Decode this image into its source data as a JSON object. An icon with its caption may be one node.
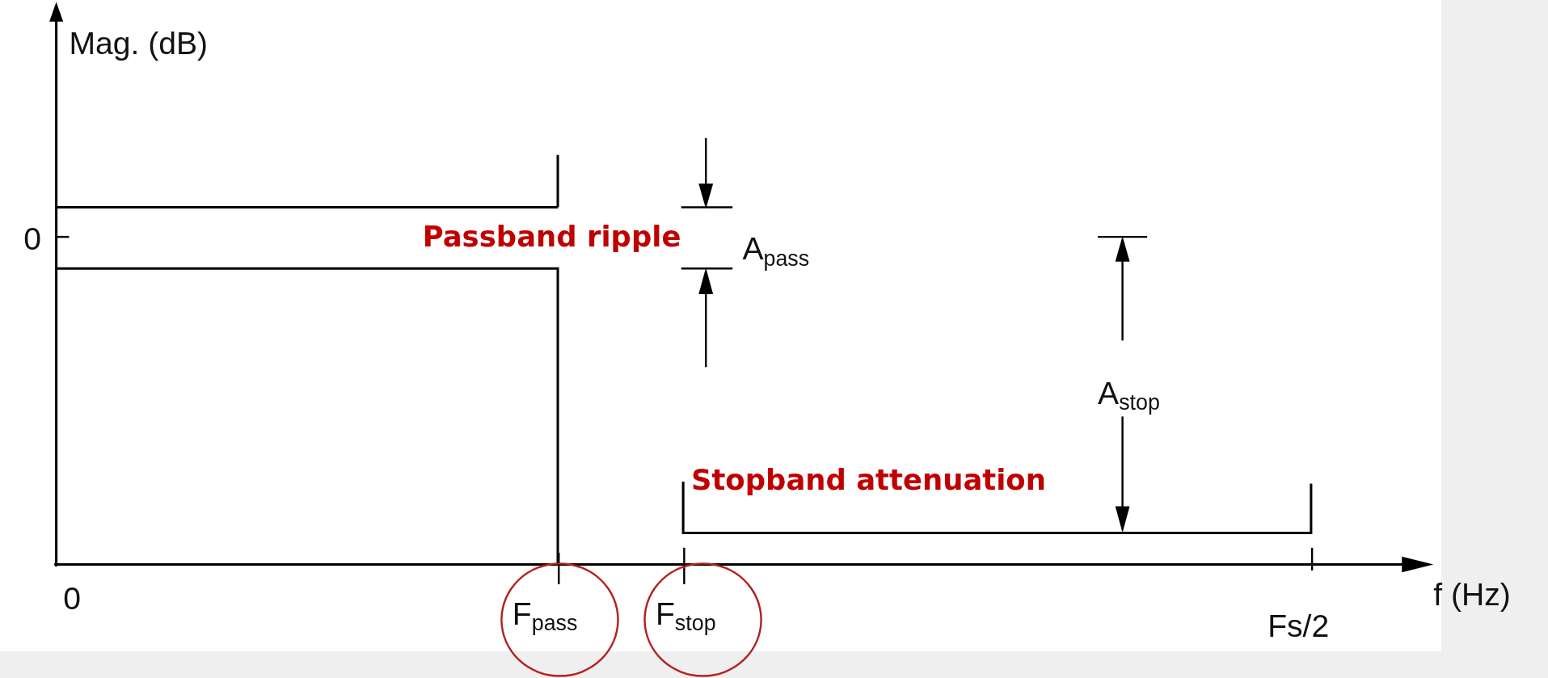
{
  "diagram": {
    "nodes": [
      {
        "text": [
          "F$_{pass}$"
        ]
      },
      {
        "text": [
          "F$_{stop}$"
        ]
      }
    ],
    "labels": [
      "Mag. (dB)",
      "0",
      "Passband ripple",
      "A$_{pass}$",
      "A$_{stop}$",
      "Stopband attenuation",
      "0",
      "Fs/2",
      "f (Hz)"
    ]
  }
}
